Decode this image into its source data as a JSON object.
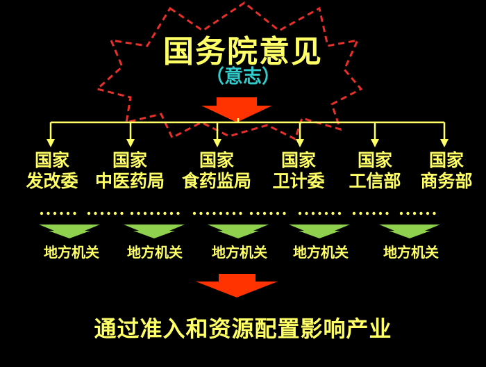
{
  "title": "国务院意见",
  "subtitle": "（意志）",
  "agencies": [
    {
      "line1": "国家",
      "line2": "发改委"
    },
    {
      "line1": "国家",
      "line2": "中医药局"
    },
    {
      "line1": "国家",
      "line2": "食药监局"
    },
    {
      "line1": "国家",
      "line2": "卫计委"
    },
    {
      "line1": "国家",
      "line2": "工信部"
    },
    {
      "line1": "国家",
      "line2": "商务部"
    }
  ],
  "ellipsis_groups": [
    "……",
    "……",
    "……",
    "……",
    "……",
    "……"
  ],
  "local_authorities": [
    "地方机关",
    "地方机关",
    "地方机关",
    "地方机关",
    "地方机关"
  ],
  "conclusion": "通过准入和资源配置影响产业",
  "colors": {
    "background": "#000000",
    "text_yellow": "#FFFF66",
    "cyan": "#33CCCC",
    "star_dash": "#E8302A",
    "arrow_red": "#FF3300",
    "arrow_green": "#8FD14F",
    "connector": "#FFFF66"
  }
}
